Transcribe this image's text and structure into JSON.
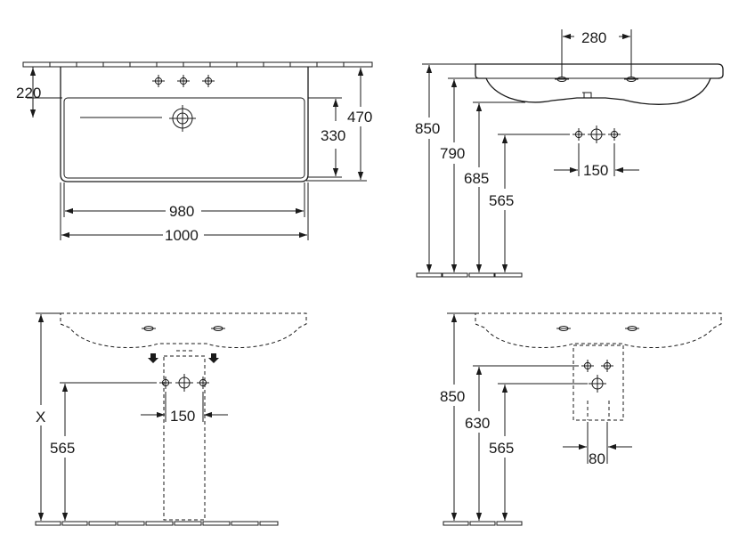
{
  "top_view": {
    "dim_220": "220",
    "dim_470": "470",
    "dim_330": "330",
    "dim_980": "980",
    "dim_1000": "1000"
  },
  "side_view": {
    "dim_280": "280",
    "dim_850": "850",
    "dim_790": "790",
    "dim_685": "685",
    "dim_565": "565",
    "dim_150": "150"
  },
  "front_pedestal_view": {
    "dim_x": "X",
    "dim_565": "565",
    "dim_150": "150"
  },
  "semi_pedestal_view": {
    "dim_850": "850",
    "dim_630": "630",
    "dim_565": "565",
    "dim_80": "80"
  },
  "colors": {
    "line": "#1a1a1a",
    "background": "#ffffff"
  }
}
